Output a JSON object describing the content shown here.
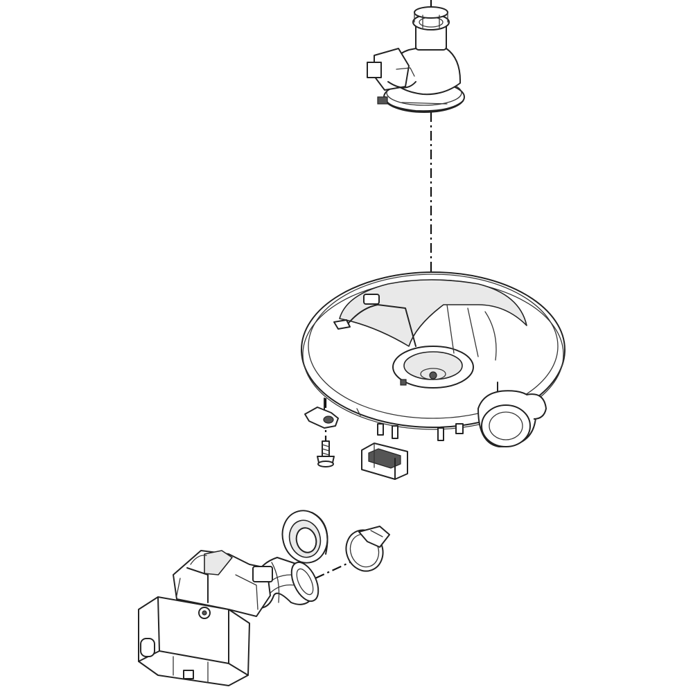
{
  "diagram": {
    "type": "exploded-parts-view",
    "parts": [
      "pump-housing-top",
      "sump-bowl",
      "bracket",
      "screw",
      "grommet",
      "seal-ring",
      "hose-clamp",
      "drain-hose",
      "circulation-pump-motor"
    ],
    "line_color": "#222222",
    "background": "#ffffff"
  }
}
